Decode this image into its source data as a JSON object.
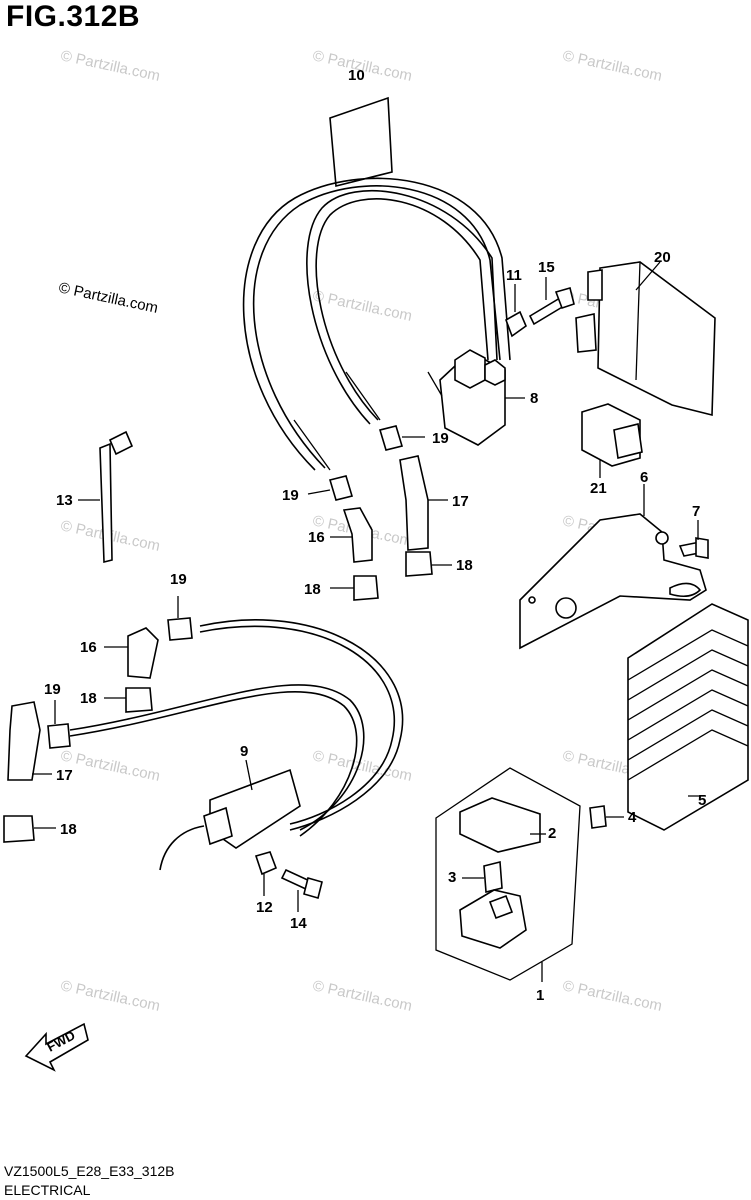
{
  "figure": {
    "title": "FIG.312B",
    "code": "VZ1500L5_E28_E33_312B",
    "section": "ELECTRICAL"
  },
  "watermark": {
    "text": "© Partzilla.com"
  },
  "direction": {
    "label": "FWD"
  },
  "callouts": [
    {
      "id": "1",
      "label": "1"
    },
    {
      "id": "2",
      "label": "2"
    },
    {
      "id": "3",
      "label": "3"
    },
    {
      "id": "4",
      "label": "4"
    },
    {
      "id": "5",
      "label": "5"
    },
    {
      "id": "6",
      "label": "6"
    },
    {
      "id": "7",
      "label": "7"
    },
    {
      "id": "8",
      "label": "8"
    },
    {
      "id": "9",
      "label": "9"
    },
    {
      "id": "10",
      "label": "10"
    },
    {
      "id": "11",
      "label": "11"
    },
    {
      "id": "12",
      "label": "12"
    },
    {
      "id": "13",
      "label": "13"
    },
    {
      "id": "14",
      "label": "14"
    },
    {
      "id": "15",
      "label": "15"
    },
    {
      "id": "16a",
      "label": "16"
    },
    {
      "id": "16b",
      "label": "16"
    },
    {
      "id": "17a",
      "label": "17"
    },
    {
      "id": "17b",
      "label": "17"
    },
    {
      "id": "18a",
      "label": "18"
    },
    {
      "id": "18b",
      "label": "18"
    },
    {
      "id": "18c",
      "label": "18"
    },
    {
      "id": "18d",
      "label": "18"
    },
    {
      "id": "19a",
      "label": "19"
    },
    {
      "id": "19b",
      "label": "19"
    },
    {
      "id": "19c",
      "label": "19"
    },
    {
      "id": "19d",
      "label": "19"
    },
    {
      "id": "20",
      "label": "20"
    },
    {
      "id": "21",
      "label": "21"
    }
  ]
}
